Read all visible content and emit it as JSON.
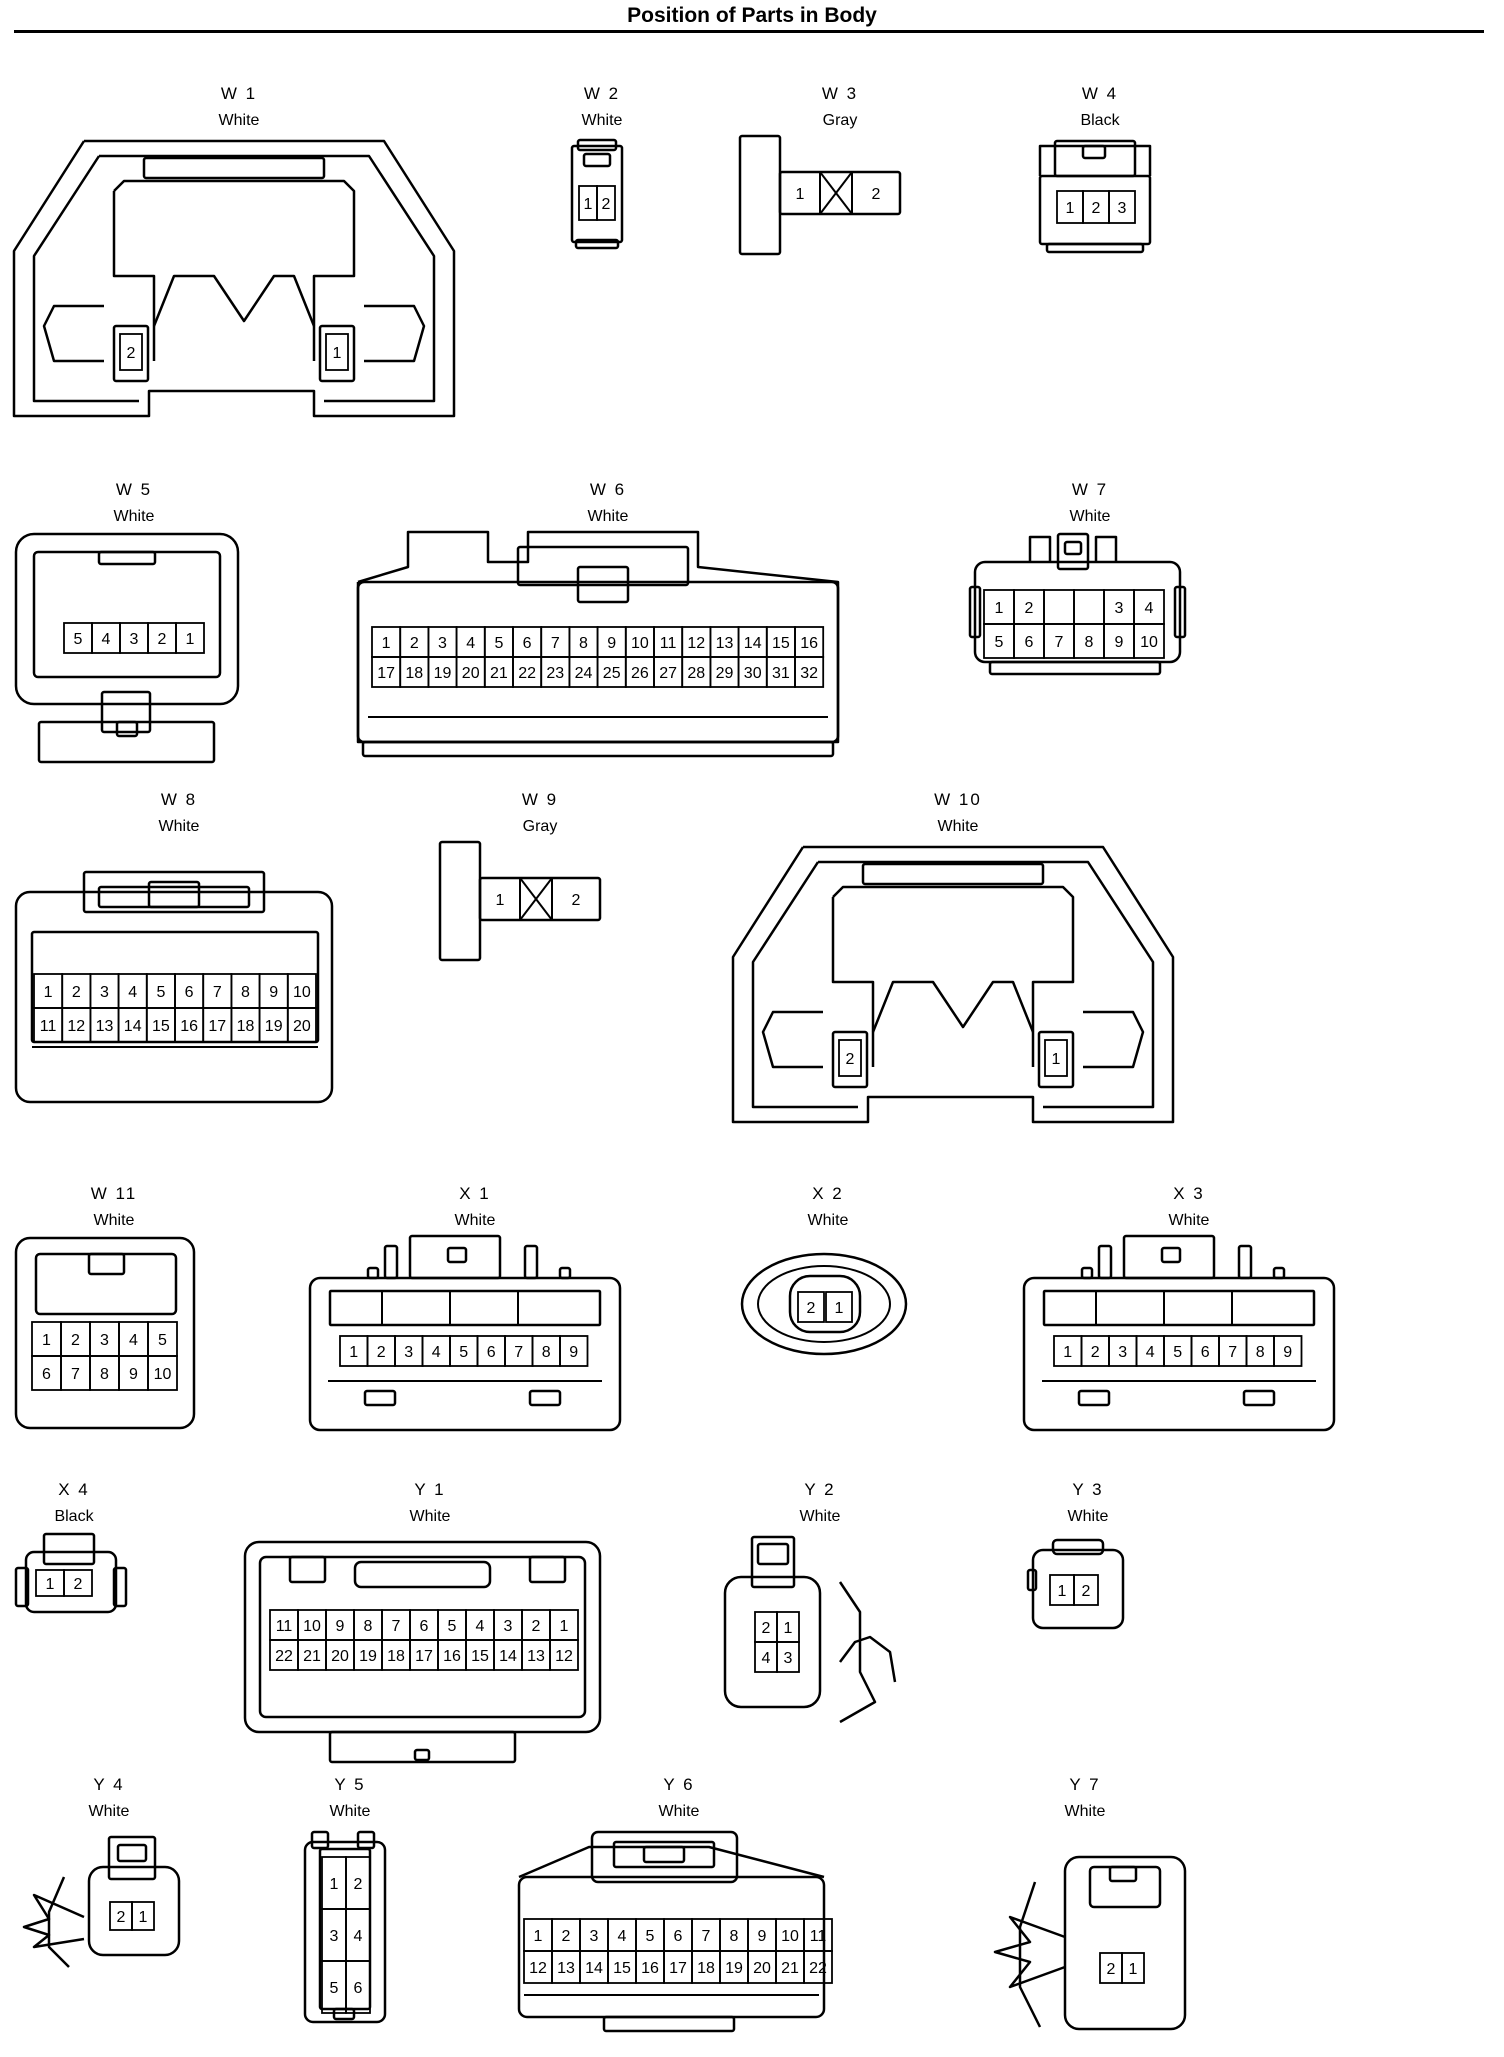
{
  "title": "Position of Parts in Body",
  "connectors": [
    {
      "id": "W 1",
      "color": "White",
      "pins": [
        [
          "2"
        ],
        [
          "1"
        ]
      ]
    },
    {
      "id": "W 2",
      "color": "White",
      "pins": [
        [
          "1",
          "2"
        ]
      ]
    },
    {
      "id": "W 3",
      "color": "Gray",
      "pins": [
        [
          "1",
          "2"
        ]
      ]
    },
    {
      "id": "W 4",
      "color": "Black",
      "pins": [
        [
          "1",
          "2",
          "3"
        ]
      ]
    },
    {
      "id": "W 5",
      "color": "White",
      "pins": [
        [
          "5",
          "4",
          "3",
          "2",
          "1"
        ]
      ]
    },
    {
      "id": "W 6",
      "color": "White",
      "pins": [
        [
          "1",
          "2",
          "3",
          "4",
          "5",
          "6",
          "7",
          "8",
          "9",
          "10",
          "11",
          "12",
          "13",
          "14",
          "15",
          "16"
        ],
        [
          "17",
          "18",
          "19",
          "20",
          "21",
          "22",
          "23",
          "24",
          "25",
          "26",
          "27",
          "28",
          "29",
          "30",
          "31",
          "32"
        ]
      ]
    },
    {
      "id": "W 7",
      "color": "White",
      "pins": [
        [
          "1",
          "2",
          "",
          "",
          "3",
          "4"
        ],
        [
          "5",
          "6",
          "7",
          "8",
          "9",
          "10"
        ]
      ]
    },
    {
      "id": "W 8",
      "color": "White",
      "pins": [
        [
          "1",
          "2",
          "3",
          "4",
          "5",
          "6",
          "7",
          "8",
          "9",
          "10"
        ],
        [
          "11",
          "12",
          "13",
          "14",
          "15",
          "16",
          "17",
          "18",
          "19",
          "20"
        ]
      ]
    },
    {
      "id": "W 9",
      "color": "Gray",
      "pins": [
        [
          "1",
          "2"
        ]
      ]
    },
    {
      "id": "W 10",
      "color": "White",
      "pins": [
        [
          "2"
        ],
        [
          "1"
        ]
      ]
    },
    {
      "id": "W 11",
      "color": "White",
      "pins": [
        [
          "1",
          "2",
          "3",
          "4",
          "5"
        ],
        [
          "6",
          "7",
          "8",
          "9",
          "10"
        ]
      ]
    },
    {
      "id": "X 1",
      "color": "White",
      "pins": [
        [
          "1",
          "2",
          "3",
          "4",
          "5",
          "6",
          "7",
          "8",
          "9"
        ]
      ]
    },
    {
      "id": "X 2",
      "color": "White",
      "pins": [
        [
          "2",
          "1"
        ]
      ]
    },
    {
      "id": "X 3",
      "color": "White",
      "pins": [
        [
          "1",
          "2",
          "3",
          "4",
          "5",
          "6",
          "7",
          "8",
          "9"
        ]
      ]
    },
    {
      "id": "X 4",
      "color": "Black",
      "pins": [
        [
          "1",
          "2"
        ]
      ]
    },
    {
      "id": "Y 1",
      "color": "White",
      "pins": [
        [
          "11",
          "10",
          "9",
          "8",
          "7",
          "6",
          "5",
          "4",
          "3",
          "2",
          "1"
        ],
        [
          "22",
          "21",
          "20",
          "19",
          "18",
          "17",
          "16",
          "15",
          "14",
          "13",
          "12"
        ]
      ]
    },
    {
      "id": "Y 2",
      "color": "White",
      "pins": [
        [
          "2",
          "1"
        ],
        [
          "4",
          "3"
        ]
      ]
    },
    {
      "id": "Y 3",
      "color": "White",
      "pins": [
        [
          "1",
          "2"
        ]
      ]
    },
    {
      "id": "Y 4",
      "color": "White",
      "pins": [
        [
          "2",
          "1"
        ]
      ]
    },
    {
      "id": "Y 5",
      "color": "White",
      "pins": [
        [
          "1",
          "2"
        ],
        [
          "3",
          "4"
        ],
        [
          "5",
          "6"
        ]
      ]
    },
    {
      "id": "Y 6",
      "color": "White",
      "pins": [
        [
          "1",
          "2",
          "3",
          "4",
          "5",
          "6",
          "7",
          "8",
          "9",
          "10",
          "11"
        ],
        [
          "12",
          "13",
          "14",
          "15",
          "16",
          "17",
          "18",
          "19",
          "20",
          "21",
          "22"
        ]
      ]
    },
    {
      "id": "Y 7",
      "color": "White",
      "pins": [
        [
          "2",
          "1"
        ]
      ]
    }
  ]
}
